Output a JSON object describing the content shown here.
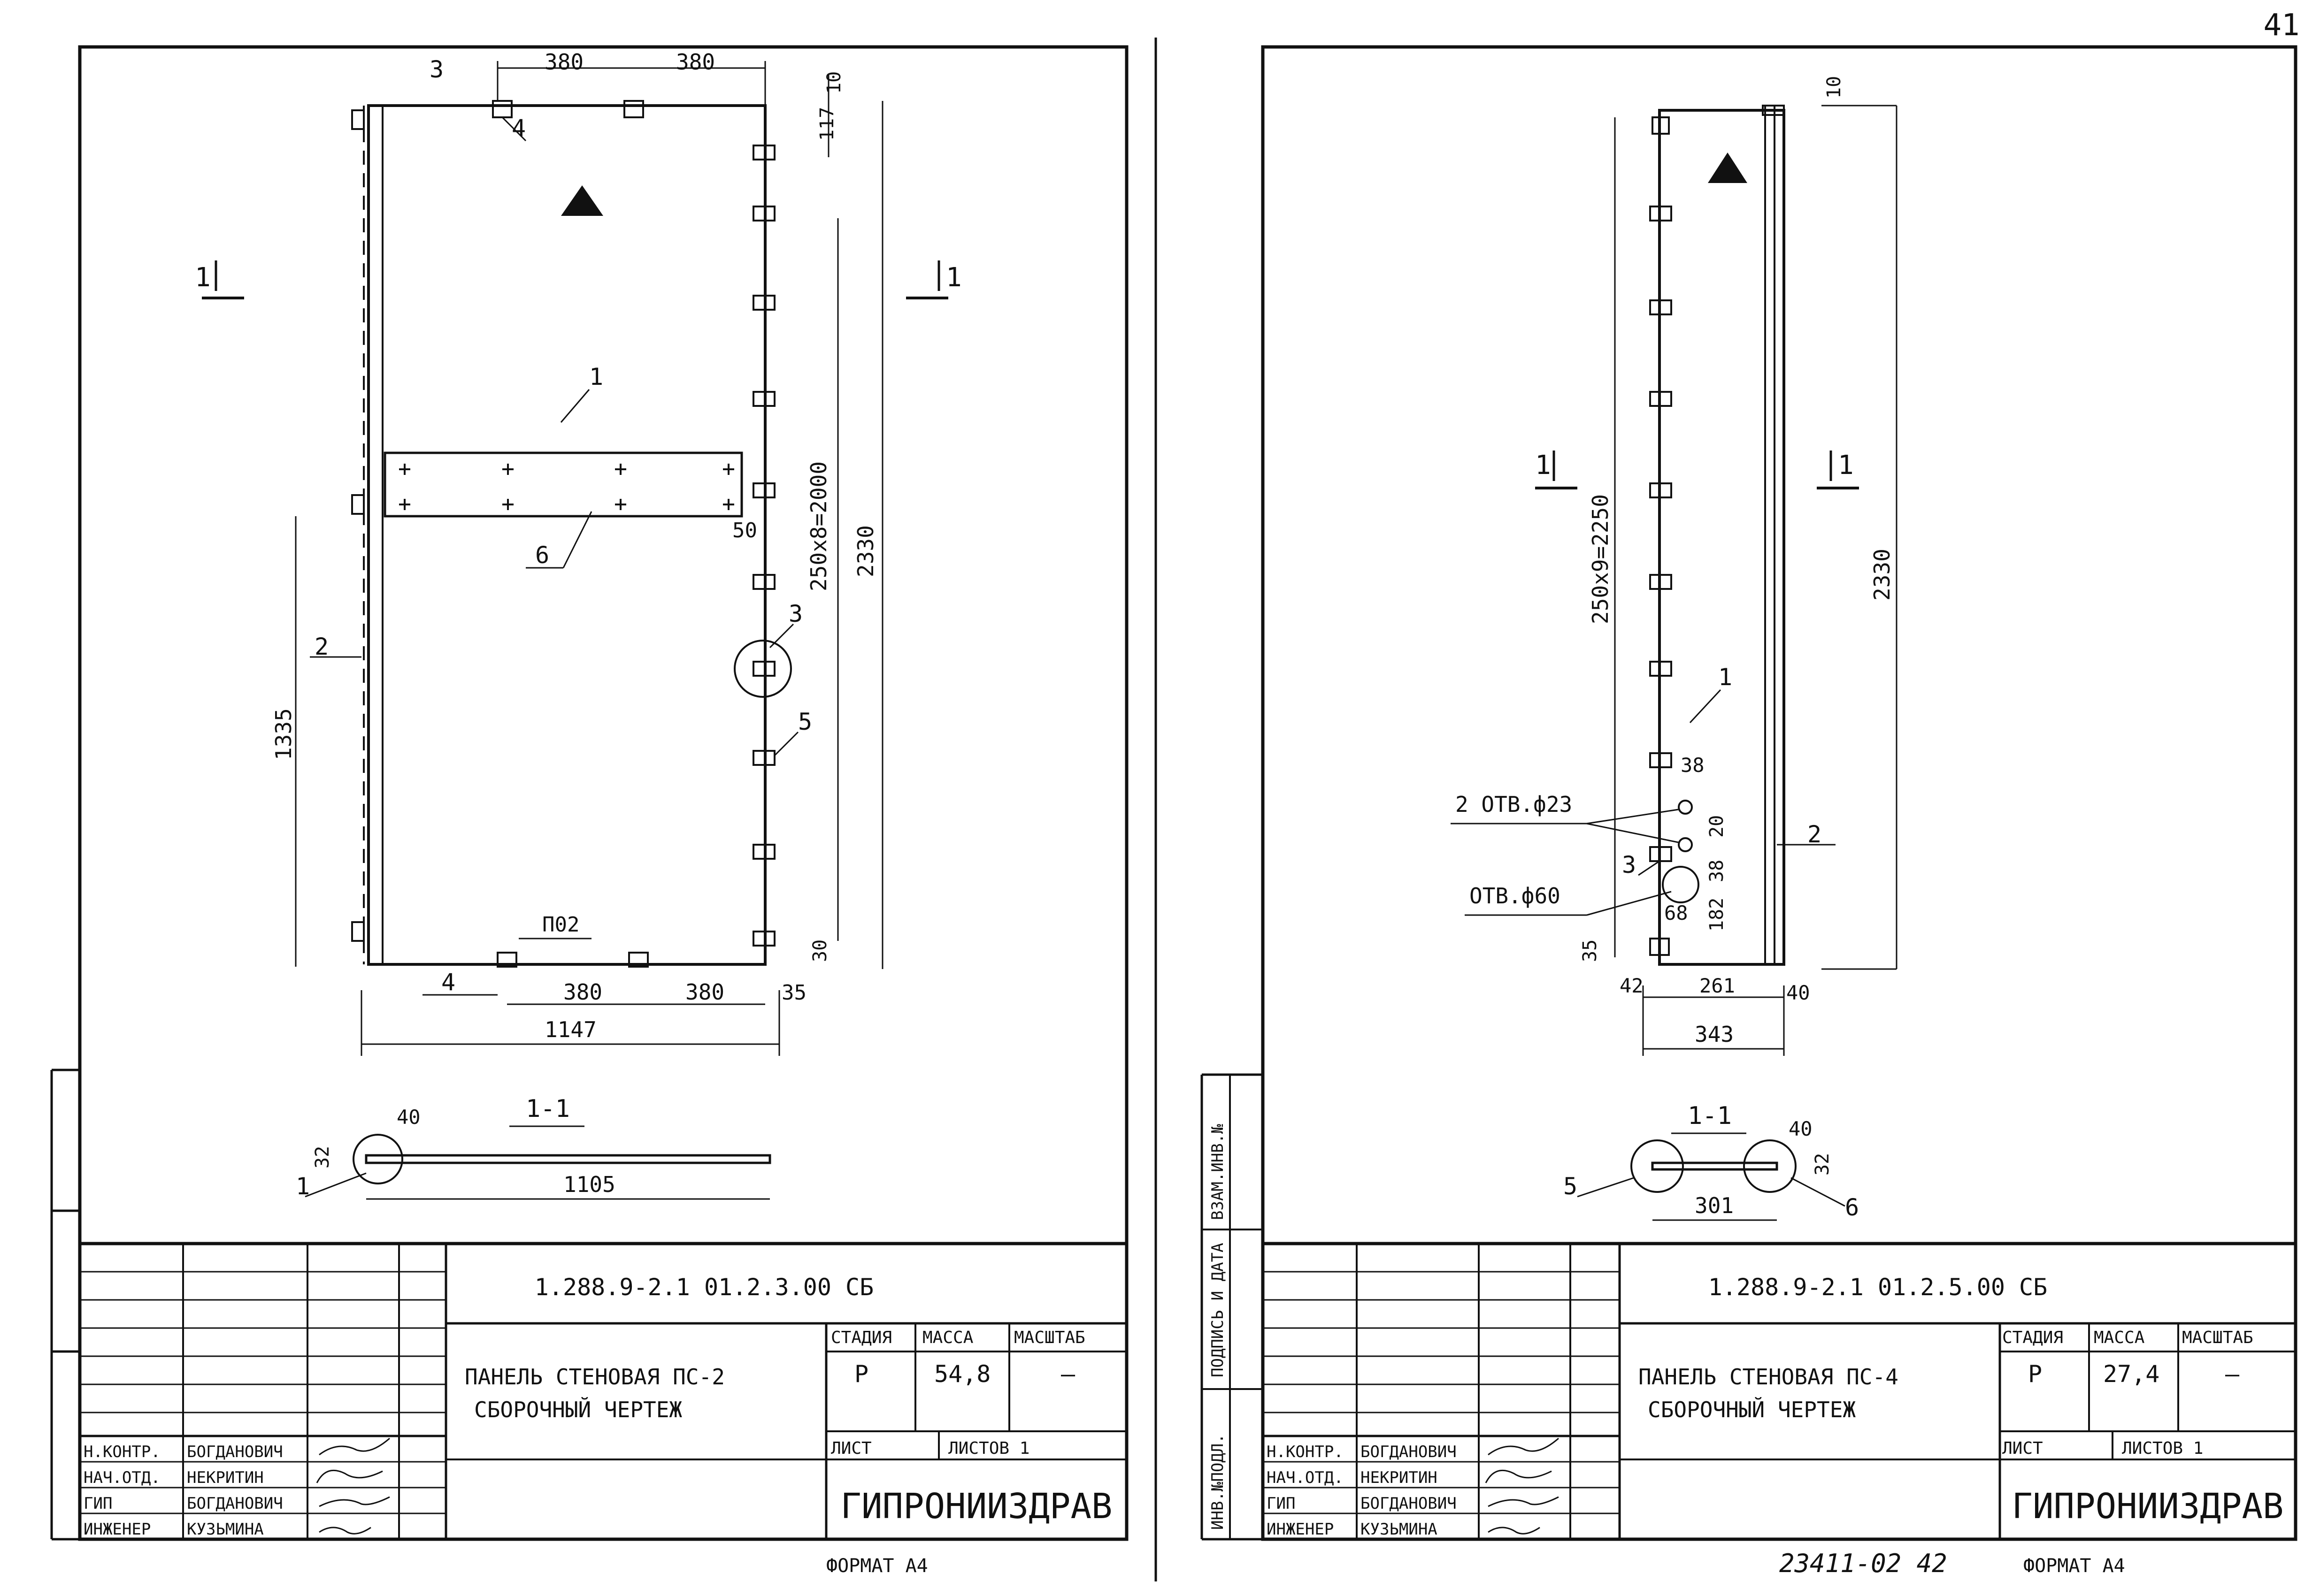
{
  "page_number": "41",
  "sheet_number": "23411-02 42",
  "left_sheet": {
    "designation": "1.288.9-2.1 01.2.3.00 СБ",
    "title_line1": "ПАНЕЛЬ СТЕНОВАЯ ПС-2",
    "title_line2": "СБОРОЧНЫЙ ЧЕРТЕЖ",
    "stage_header": "СТАДИЯ",
    "mass_header": "МАССА",
    "scale_header": "МАСШТАБ",
    "stage": "Р",
    "mass": "54,8",
    "scale": "—",
    "sheet_label": "ЛИСТ",
    "sheets_label": "ЛИСТОВ 1",
    "organization": "ГИПРОНИИЗДРАВ",
    "format": "ФОРМАТ А4",
    "roles": [
      {
        "role": "Н.КОНТР.",
        "name": "БОГДАНОВИЧ"
      },
      {
        "role": "НАЧ.ОТД.",
        "name": "НЕКРИТИН"
      },
      {
        "role": "ГИП",
        "name": "БОГДАНОВИЧ"
      },
      {
        "role": "ИНЖЕНЕР",
        "name": "КУЗЬМИНА"
      }
    ],
    "dims": {
      "top_1": "380",
      "top_2": "380",
      "right_10": "10",
      "right_117": "117",
      "pitch": "250х8=2000",
      "height": "2330",
      "right_30": "30",
      "left_1335": "1335",
      "d_50": "50",
      "bottom_1": "380",
      "bottom_2": "380",
      "d_35": "35",
      "width": "1147",
      "sec_40": "40",
      "sec_32": "32",
      "sec_len": "1105"
    },
    "callouts": [
      "1",
      "2",
      "3",
      "3",
      "4",
      "4",
      "5",
      "6",
      "1"
    ],
    "part_label": "П02",
    "section_mark": "1",
    "section_title": "1-1"
  },
  "right_sheet": {
    "designation": "1.288.9-2.1 01.2.5.00 СБ",
    "title_line1": "ПАНЕЛЬ СТЕНОВАЯ ПС-4",
    "title_line2": "СБОРОЧНЫЙ ЧЕРТЕЖ",
    "stage_header": "СТАДИЯ",
    "mass_header": "МАССА",
    "scale_header": "МАСШТАБ",
    "stage": "Р",
    "mass": "27,4",
    "scale": "—",
    "sheet_label": "ЛИСТ",
    "sheets_label": "ЛИСТОВ 1",
    "organization": "ГИПРОНИИЗДРАВ",
    "format": "ФОРМАТ А4",
    "roles": [
      {
        "role": "Н.КОНТР.",
        "name": "БОГДАНОВИЧ"
      },
      {
        "role": "НАЧ.ОТД.",
        "name": "НЕКРИТИН"
      },
      {
        "role": "ГИП",
        "name": "БОГДАНОВИЧ"
      },
      {
        "role": "ИНЖЕНЕР",
        "name": "КУЗЬМИНА"
      }
    ],
    "side_labels": [
      "ИНВ.№ПОДЛ.",
      "ПОДПИСЬ И ДАТА",
      "ВЗАМ.ИНВ.№"
    ],
    "dims": {
      "top_10": "10",
      "pitch": "250х9=2250",
      "height": "2330",
      "d_38": "38",
      "d_20": "20",
      "d_38b": "38",
      "d_68": "68",
      "d_182": "182",
      "d_35": "35",
      "d_42": "42",
      "d_261": "261",
      "d_40": "40",
      "width": "343",
      "sec_40": "40",
      "sec_32": "32",
      "sec_len": "301"
    },
    "holes_small": "2 ОТВ.ф23",
    "hole_large": "ОТВ.ф60",
    "callouts": [
      "1",
      "2",
      "3",
      "5",
      "6"
    ],
    "section_mark": "1",
    "section_title": "1-1"
  }
}
